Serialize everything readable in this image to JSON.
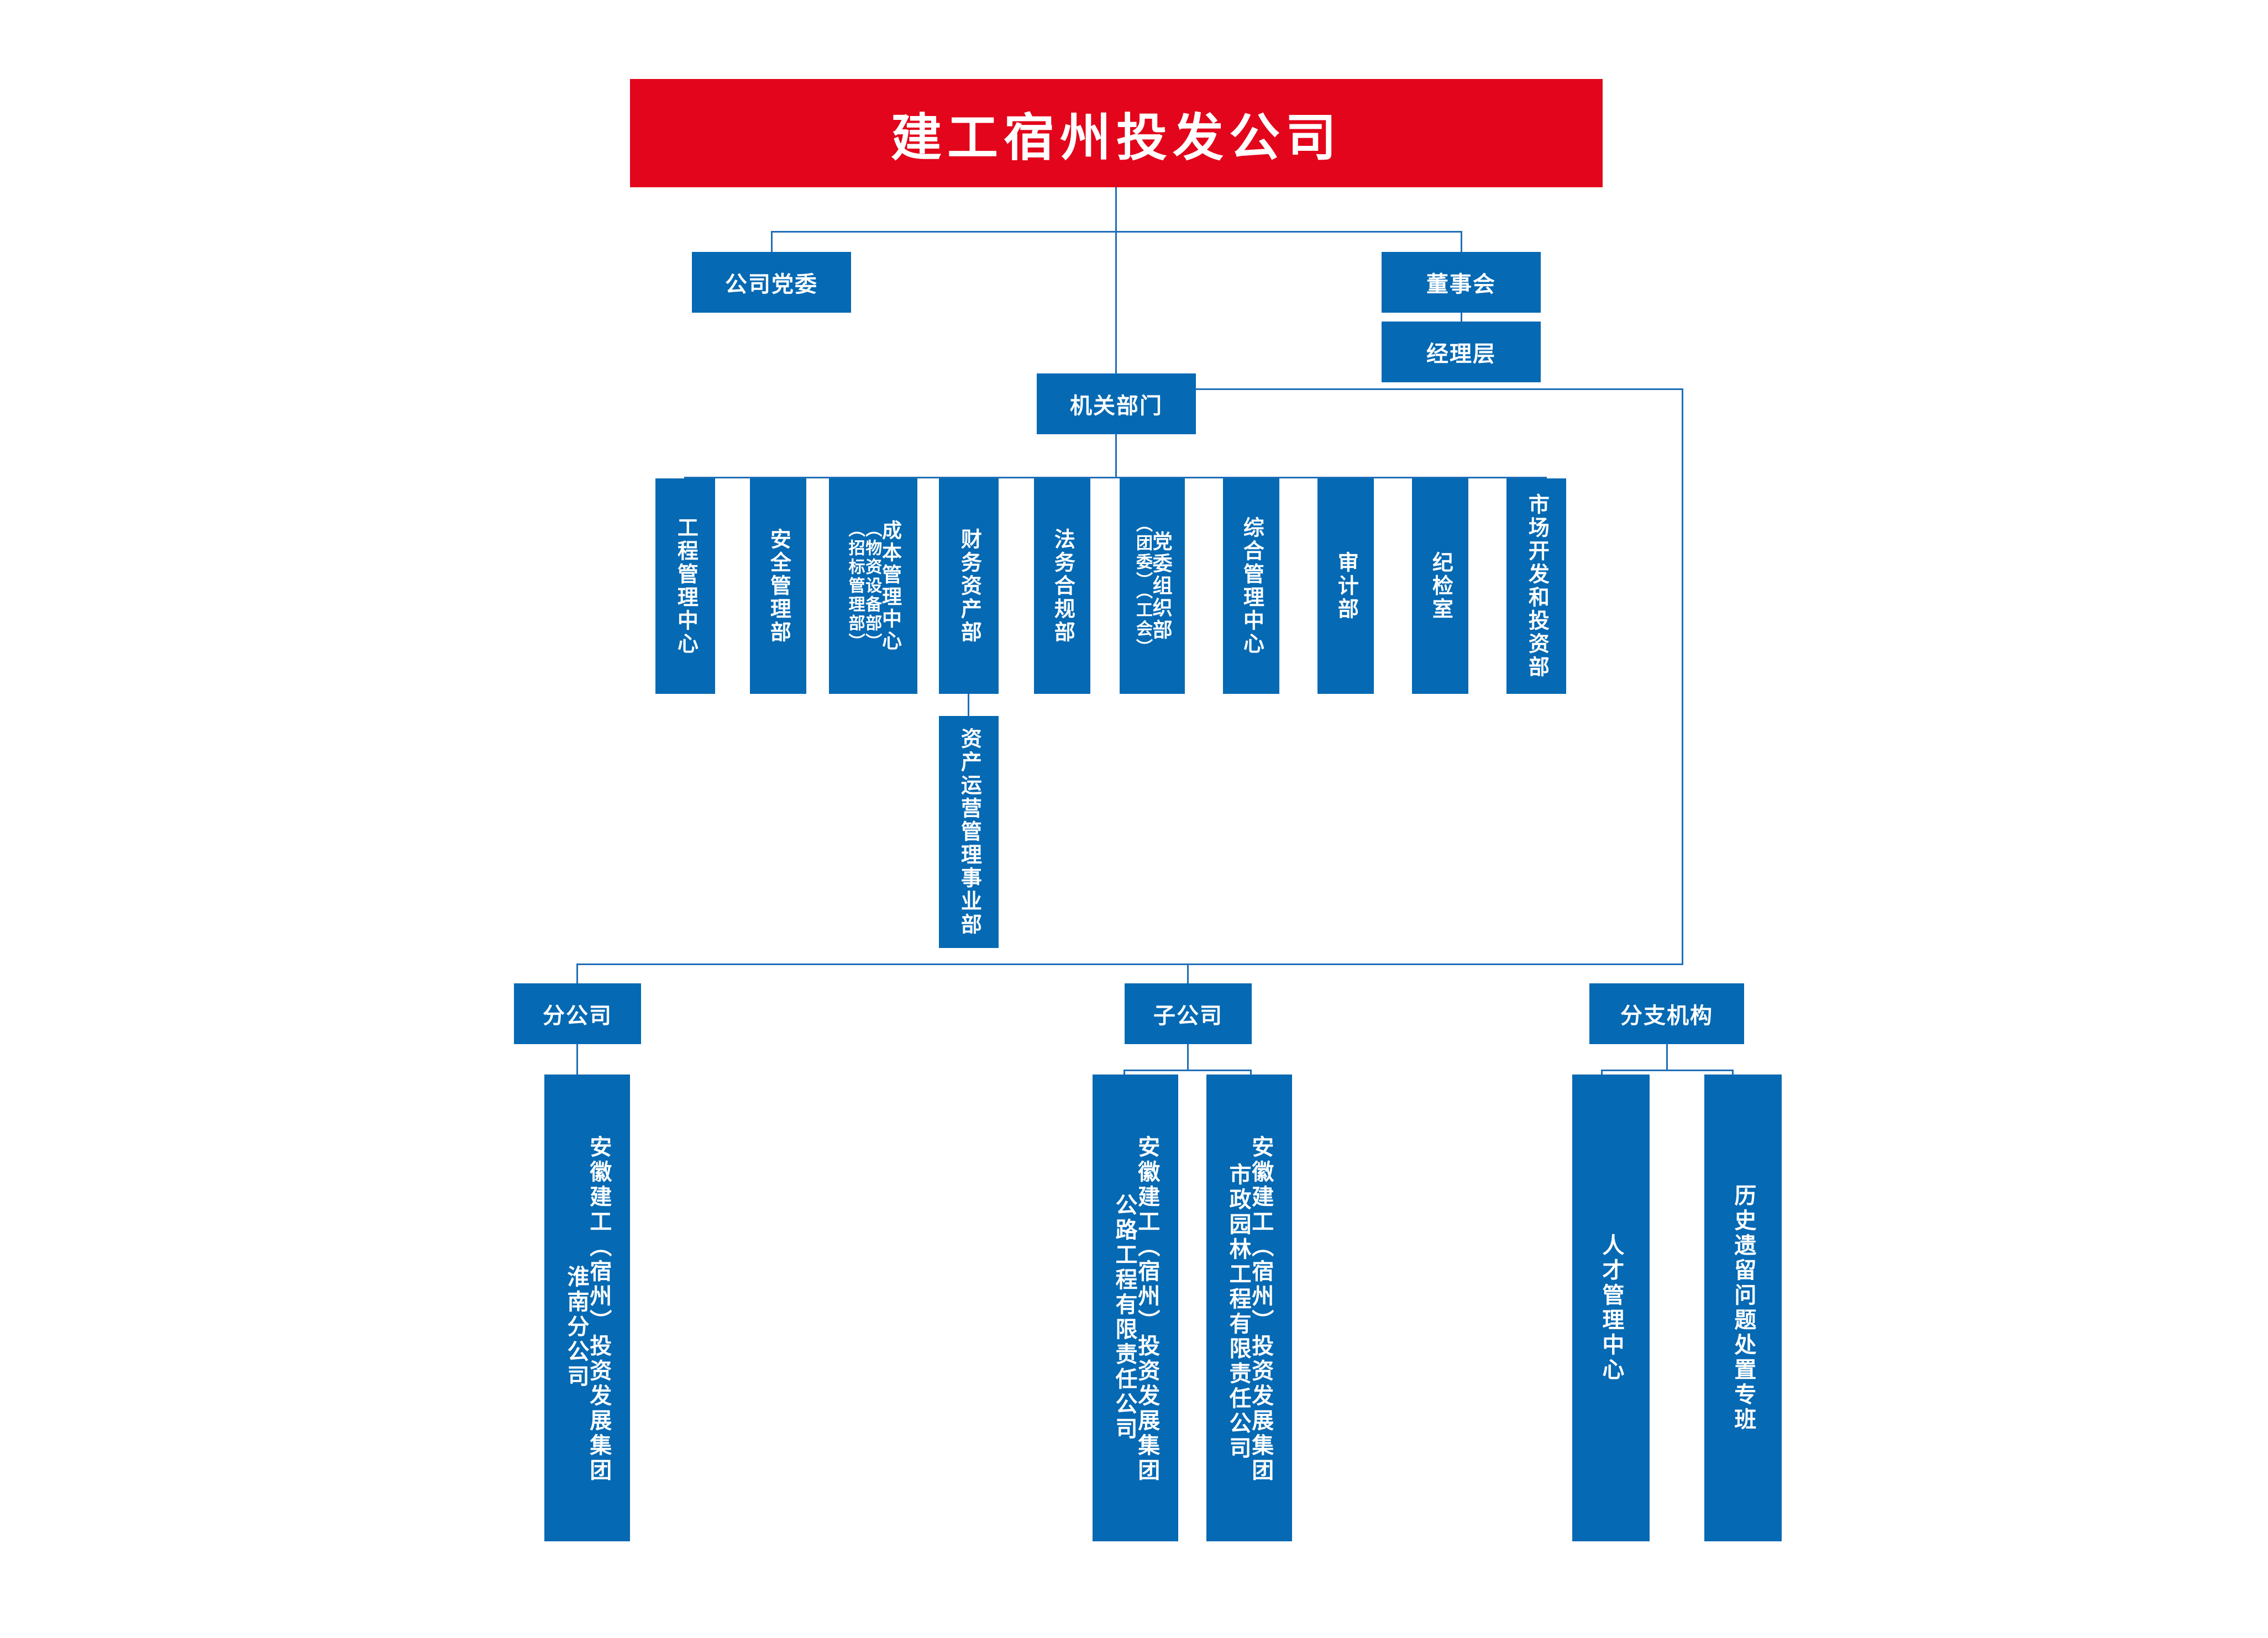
{
  "meta": {
    "title": "建工宿州投发公司组织架构图",
    "accent_blue": "#0569b3",
    "accent_red": "#e3051b",
    "line_color": "#1f6fb8",
    "text_color": "#ffffff"
  },
  "root": {
    "label": "建工宿州投发公司"
  },
  "level2": {
    "party_committee": {
      "label": "公司党委"
    },
    "board": {
      "label": "董事会"
    },
    "management": {
      "label": "经理层"
    },
    "departments_head": {
      "label": "机关部门"
    }
  },
  "departments": [
    {
      "id": "engineering-management-center",
      "columns": [
        "工程管理中心"
      ]
    },
    {
      "id": "safety-management-dept",
      "columns": [
        "安全管理部"
      ]
    },
    {
      "id": "cost-management-center",
      "columns": [
        "成本管理中心",
        "（物资设备部）",
        "（招标管理部）"
      ]
    },
    {
      "id": "finance-assets-dept",
      "columns": [
        "财务资产部"
      ]
    },
    {
      "id": "legal-compliance-dept",
      "columns": [
        "法务合规部"
      ]
    },
    {
      "id": "party-organization-dept",
      "columns": [
        "党委组织部",
        "（团委）（工会）"
      ]
    },
    {
      "id": "general-management-center",
      "columns": [
        "综合管理中心"
      ]
    },
    {
      "id": "audit-dept",
      "columns": [
        "审计部"
      ]
    },
    {
      "id": "discipline-inspection-office",
      "columns": [
        "纪检室"
      ]
    },
    {
      "id": "market-development-investment-dept",
      "columns": [
        "市场开发和投资部"
      ]
    }
  ],
  "asset_operation": {
    "id": "asset-operation-business-dept",
    "columns": [
      "资产运营管理事业部"
    ]
  },
  "groups": {
    "branch_company": {
      "label": "分公司"
    },
    "subsidiary": {
      "label": "子公司"
    },
    "branch_institution": {
      "label": "分支机构"
    }
  },
  "branch_company_children": [
    {
      "id": "anhui-jiangong-suzhou-huainan-branch",
      "columns": [
        "安徽建工（宿州）投资发展集团",
        "淮南分公司"
      ]
    }
  ],
  "subsidiary_children": [
    {
      "id": "anhui-jiangong-suzhou-highway-engineering",
      "columns": [
        "安徽建工（宿州）投资发展集团",
        "公路工程有限责任公司"
      ]
    },
    {
      "id": "anhui-jiangong-suzhou-municipal-landscape-engineering",
      "columns": [
        "安徽建工（宿州）投资发展集团",
        "市政园林工程有限责任公司"
      ]
    }
  ],
  "branch_institution_children": [
    {
      "id": "talent-management-center",
      "columns": [
        "人才管理中心"
      ]
    },
    {
      "id": "legacy-issue-task-force",
      "columns": [
        "历史遗留问题处置专班"
      ]
    }
  ]
}
